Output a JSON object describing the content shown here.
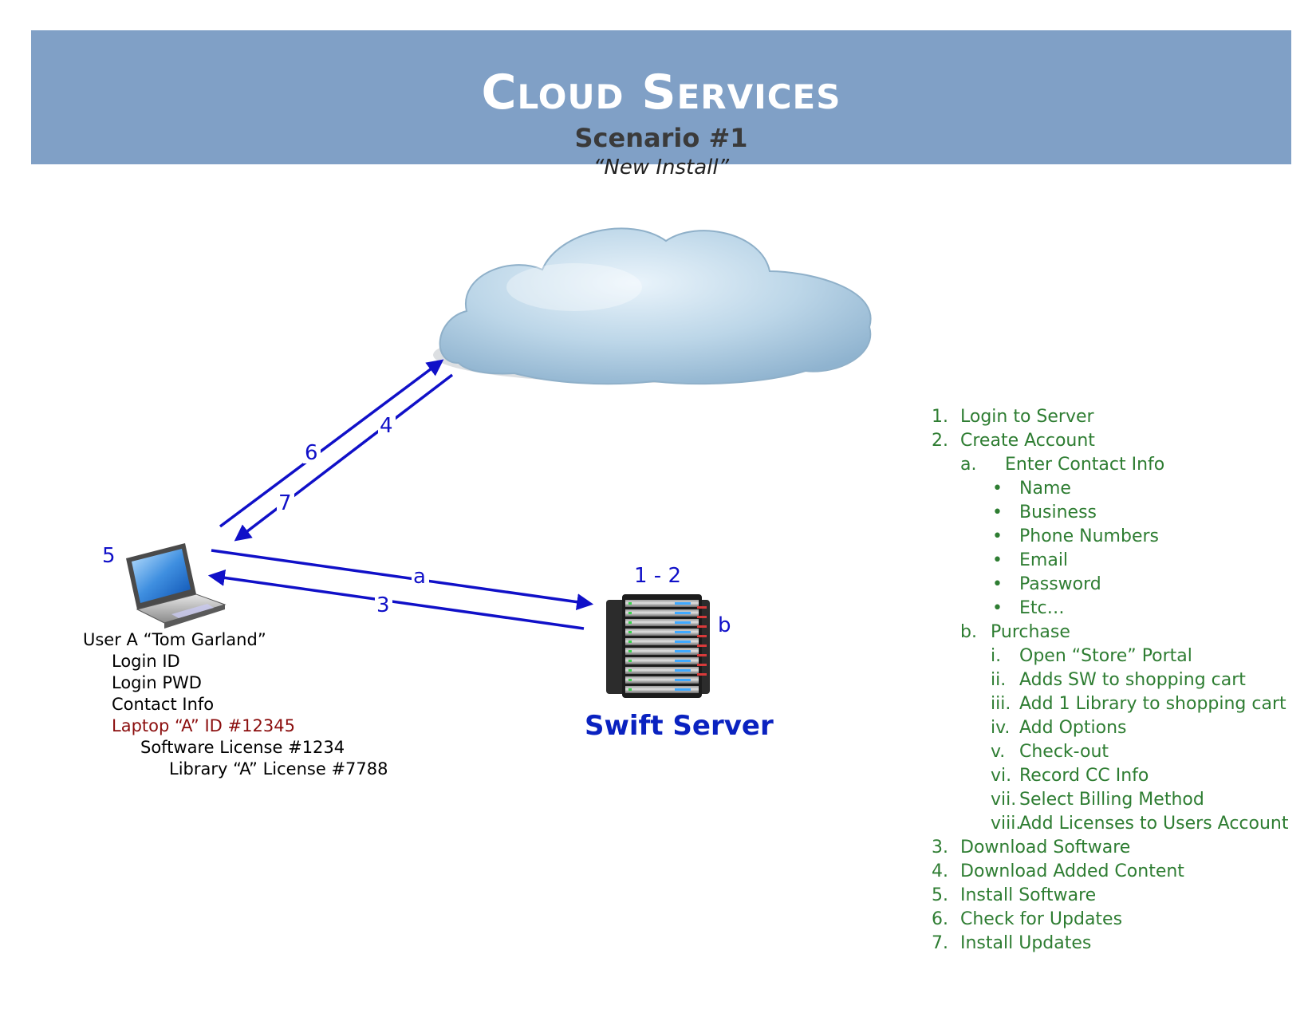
{
  "header": {
    "title": "Cloud Services",
    "subtitle": "Scenario #1",
    "quote": "“New Install”"
  },
  "diagram": {
    "arrow_labels": {
      "six": "6",
      "four": "4",
      "seven": "7",
      "five": "5",
      "a": "a",
      "three": "3",
      "one_two": "1 - 2",
      "b": "b"
    },
    "server_label": "Swift Server",
    "colors": {
      "arrow": "#1010c8",
      "banner": "#80a0c6",
      "steps_text": "#2e7d32",
      "highlight": "#8b0e0e"
    }
  },
  "user": {
    "name": "User A “Tom Garland”",
    "login_id": "Login ID",
    "login_pwd": "Login PWD",
    "contact": "Contact Info",
    "laptop": "Laptop “A” ID #12345",
    "software_license": "Software License #1234",
    "library_license": "Library “A” License #7788"
  },
  "steps": [
    {
      "marker": "1.",
      "text": "Login to Server"
    },
    {
      "marker": "2.",
      "text": "Create Account"
    },
    {
      "marker": "a.",
      "text": "Enter Contact Info"
    },
    {
      "marker": "•",
      "text": "Name"
    },
    {
      "marker": "•",
      "text": "Business"
    },
    {
      "marker": "•",
      "text": "Phone Numbers"
    },
    {
      "marker": "•",
      "text": "Email"
    },
    {
      "marker": "•",
      "text": "Password"
    },
    {
      "marker": "•",
      "text": "Etc…"
    },
    {
      "marker": "b.",
      "text": "Purchase"
    },
    {
      "marker": "i.",
      "text": "Open “Store” Portal"
    },
    {
      "marker": "ii.",
      "text": "Adds SW to shopping cart"
    },
    {
      "marker": "iii.",
      "text": "Add 1 Library to shopping cart"
    },
    {
      "marker": "iv.",
      "text": "Add Options"
    },
    {
      "marker": "v.",
      "text": "Check-out"
    },
    {
      "marker": "vi.",
      "text": "Record CC Info"
    },
    {
      "marker": "vii.",
      "text": "Select Billing Method"
    },
    {
      "marker": "viii.",
      "text": "Add Licenses to Users Account"
    },
    {
      "marker": "3.",
      "text": "Download Software"
    },
    {
      "marker": "4.",
      "text": "Download Added Content"
    },
    {
      "marker": "5.",
      "text": "Install Software"
    },
    {
      "marker": "6.",
      "text": "Check for Updates"
    },
    {
      "marker": "7.",
      "text": "Install Updates"
    }
  ]
}
